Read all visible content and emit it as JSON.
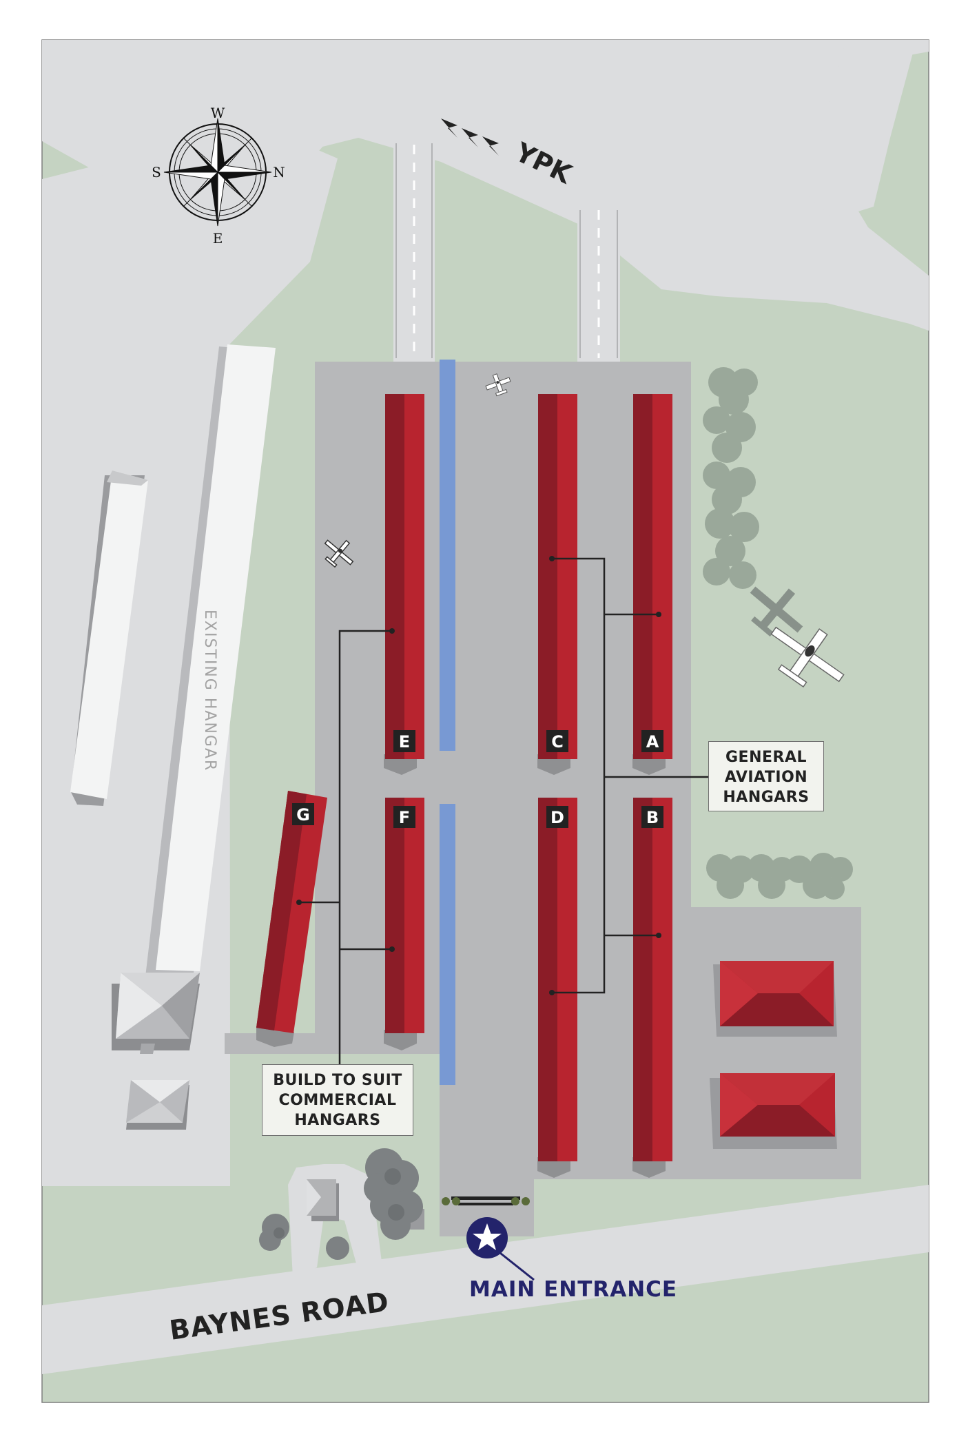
{
  "compass": {
    "north": "N",
    "south": "S",
    "east": "E",
    "west": "W"
  },
  "roads": {
    "top_road": "YPK",
    "bottom_road": "BAYNES ROAD"
  },
  "buildings": {
    "existing_hangar": "EXISTING HANGAR"
  },
  "hangars": [
    "A",
    "B",
    "C",
    "D",
    "E",
    "F",
    "G"
  ],
  "callouts": {
    "general_aviation": [
      "GENERAL",
      "AVIATION",
      "HANGARS"
    ],
    "build_to_suit": [
      "BUILD TO SUIT",
      "COMMERCIAL",
      "HANGARS"
    ]
  },
  "entrance": {
    "label": "MAIN ENTRANCE"
  },
  "colors": {
    "grass": "#c5d3c2",
    "road": "#dcdddf",
    "apron": "#b7b8ba",
    "hangar_red": "#b8242f",
    "hangar_dark": "#8b1c27",
    "taxi_stripe": "#7899d3",
    "entrance_blue": "#23236b"
  }
}
